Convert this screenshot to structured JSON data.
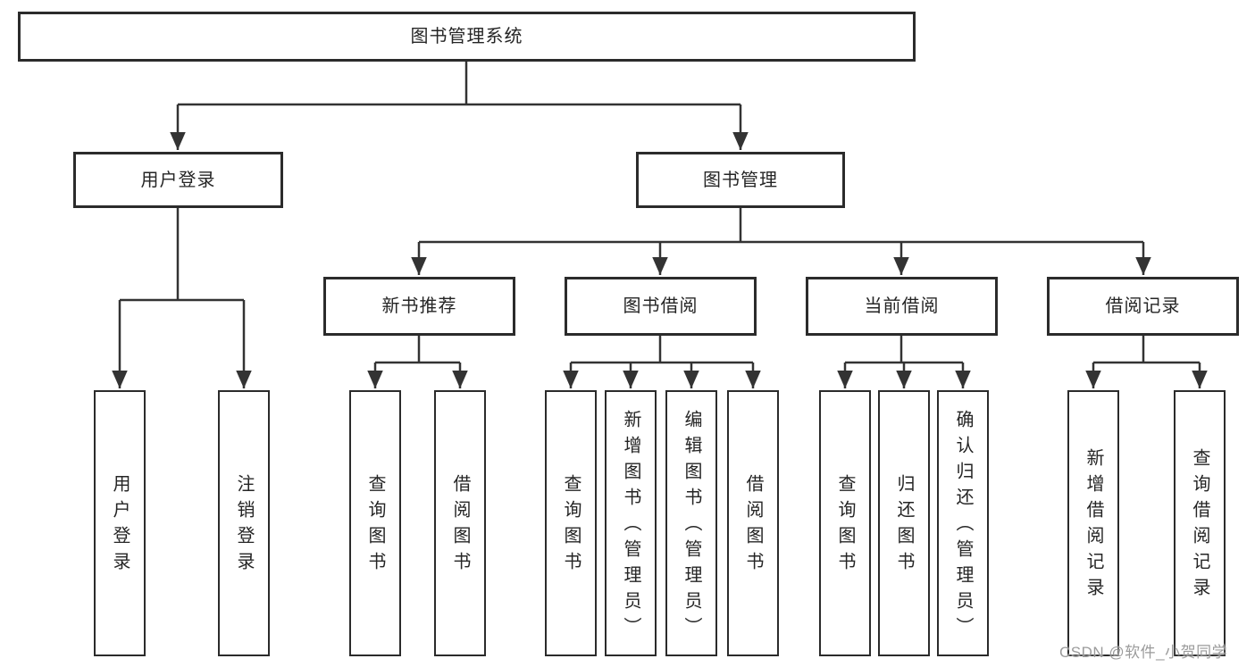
{
  "tree": {
    "root": {
      "label": "图书管理系统",
      "children": [
        {
          "label": "用户登录",
          "children": [
            {
              "label": "用户登录"
            },
            {
              "label": "注销登录"
            }
          ]
        },
        {
          "label": "图书管理",
          "children": [
            {
              "label": "新书推荐",
              "children": [
                {
                  "label": "查询图书"
                },
                {
                  "label": "借阅图书"
                }
              ]
            },
            {
              "label": "图书借阅",
              "children": [
                {
                  "label": "查询图书"
                },
                {
                  "label": "新增图书（管理员）"
                },
                {
                  "label": "编辑图书（管理员）"
                },
                {
                  "label": "借阅图书"
                }
              ]
            },
            {
              "label": "当前借阅",
              "children": [
                {
                  "label": "查询图书"
                },
                {
                  "label": "归还图书"
                },
                {
                  "label": "确认归还（管理员）"
                }
              ]
            },
            {
              "label": "借阅记录",
              "children": [
                {
                  "label": "新增借阅记录"
                },
                {
                  "label": "查询借阅记录"
                }
              ]
            }
          ]
        }
      ]
    }
  },
  "watermark": {
    "text": "CSDN @软件_小贺同学"
  },
  "colors": {
    "line": "#333333",
    "border": "#2b2b2b",
    "text": "#252525",
    "watermark": "#969696",
    "background": "#ffffff"
  }
}
